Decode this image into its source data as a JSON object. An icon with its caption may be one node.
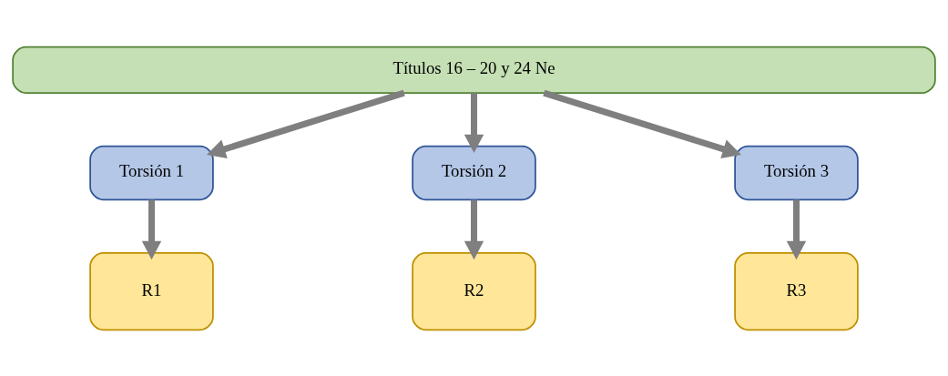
{
  "diagram": {
    "nodes": [
      {
        "text": [
          "Títulos 16 – 20 y 24 Ne"
        ]
      },
      {
        "text": [
          "Torsión 1"
        ]
      },
      {
        "text": [
          "Torsión 2"
        ]
      },
      {
        "text": [
          "Torsión 3"
        ]
      },
      {
        "text": [
          "R1"
        ]
      },
      {
        "text": [
          "R2"
        ]
      },
      {
        "text": [
          "R3"
        ]
      }
    ],
    "edges": [
      {
        "from": 0,
        "to": 1,
        "arrow": "to"
      },
      {
        "from": 0,
        "to": 2,
        "arrow": "to"
      },
      {
        "from": 0,
        "to": 3,
        "arrow": "to"
      },
      {
        "from": 1,
        "to": 4,
        "arrow": "to"
      },
      {
        "from": 2,
        "to": 5,
        "arrow": "to"
      },
      {
        "from": 3,
        "to": 6,
        "arrow": "to"
      }
    ]
  }
}
